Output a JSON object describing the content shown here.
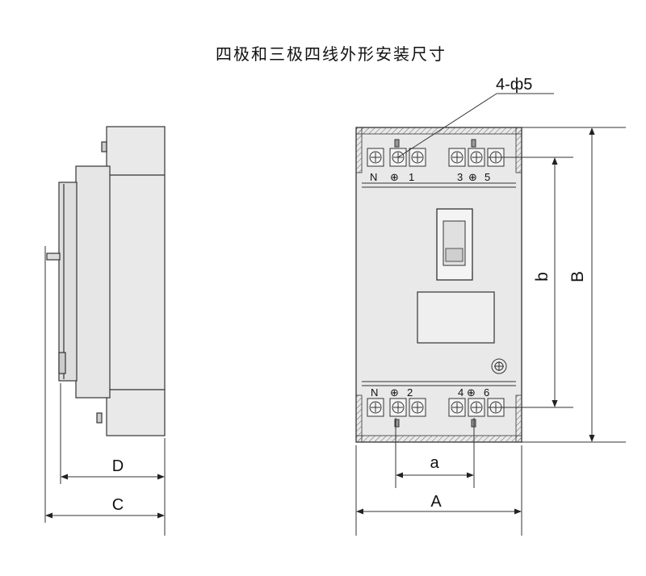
{
  "title": "四极和三极四线外形安装尺寸",
  "hole_callout": "4-ф5",
  "dimensions": {
    "A": "A",
    "a": "a",
    "B": "B",
    "b": "b",
    "C": "C",
    "D": "D"
  },
  "terminals": {
    "top": {
      "n": "N",
      "p1": "1",
      "p3": "3",
      "p5": "5"
    },
    "bottom": {
      "n": "N",
      "p2": "2",
      "p4": "4",
      "p6": "6"
    }
  },
  "colors": {
    "body_fill": "#e9e9e9",
    "outline": "#333333",
    "terminal_dark": "#555555"
  }
}
